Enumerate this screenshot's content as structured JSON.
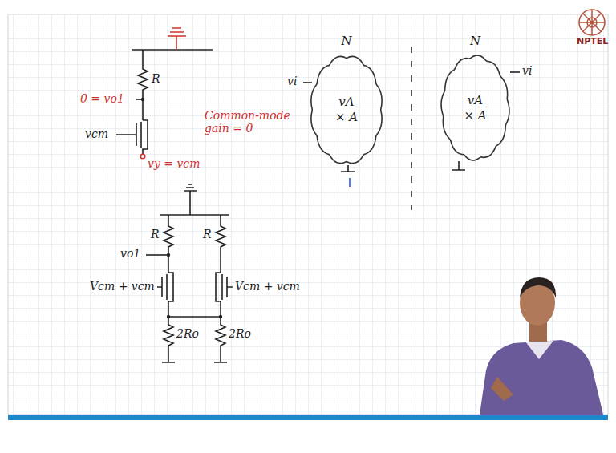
{
  "diagram": {
    "nodes": [
      {
        "text": [
          "N",
          "vA × A"
        ]
      },
      {
        "text": [
          "N",
          "vA × A"
        ]
      }
    ],
    "labels": [
      "0 = vo1",
      "R",
      "vcm",
      "vy = vcm",
      "Common-mode gain = 0",
      "vi",
      "vi",
      "vo1",
      "R",
      "R",
      "Vcm + vcm",
      "Vcm + vcm",
      "2Ro",
      "2Ro",
      "NPTEL"
    ]
  }
}
